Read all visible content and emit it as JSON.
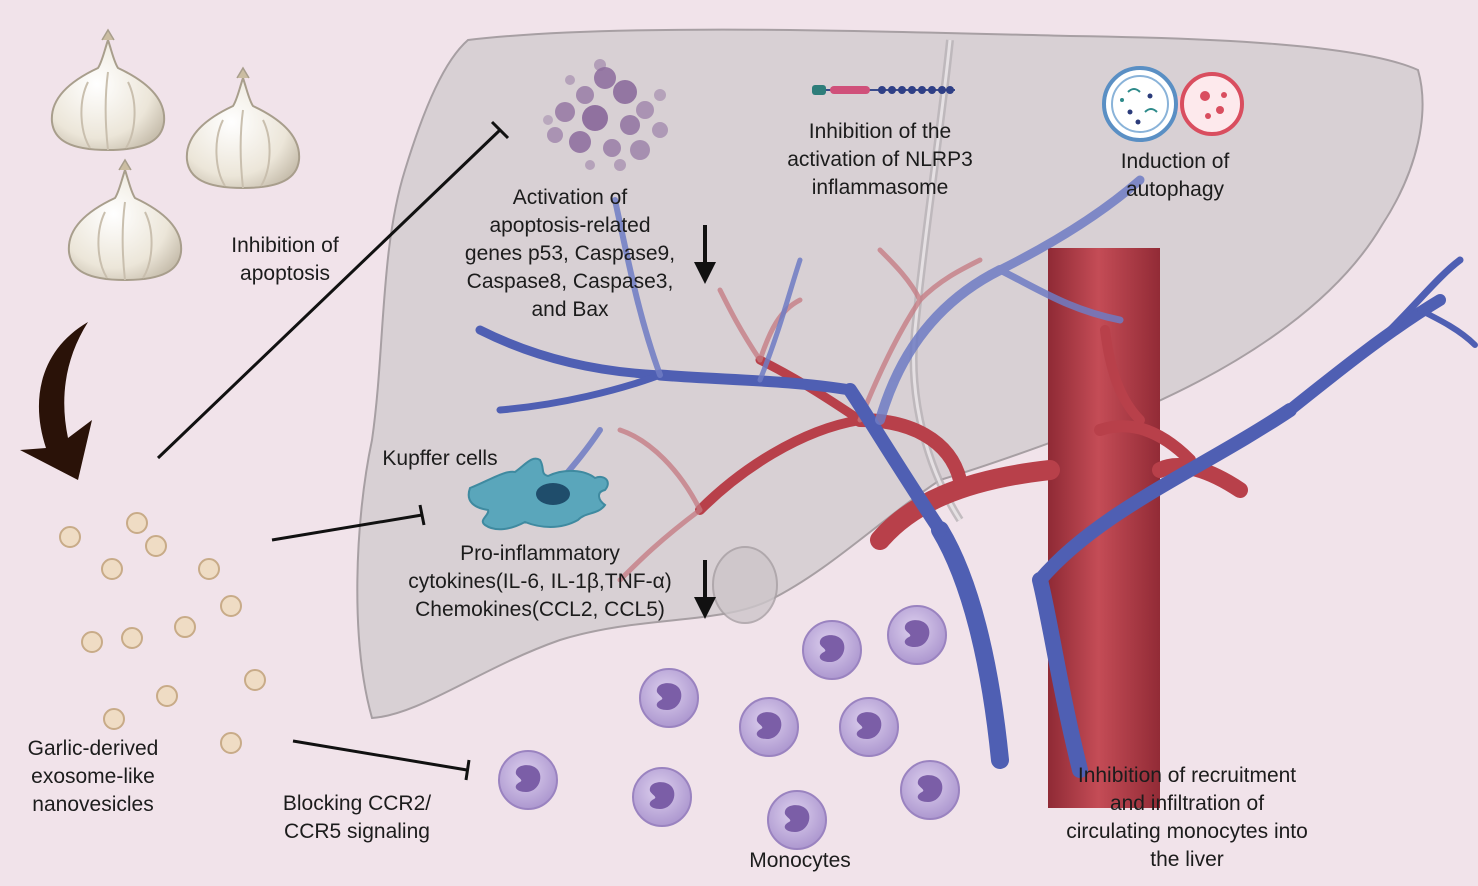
{
  "labels": {
    "inhibition_apoptosis": [
      "Inhibition of",
      "apoptosis"
    ],
    "apoptosis_genes": [
      "Activation of",
      "apoptosis-related",
      "genes p53, Caspase9,",
      "Caspase8, Caspase3,",
      "and Bax"
    ],
    "nlrp3": [
      "Inhibition of the",
      "activation of NLRP3",
      "inflammasome"
    ],
    "autophagy": [
      "Induction of",
      "autophagy"
    ],
    "kupffer": "Kupffer cells",
    "cytokines": [
      "Pro-inflammatory",
      "cytokines(IL-6, IL-1β,TNF-α)",
      "Chemokines(CCL2, CCL5)"
    ],
    "nanovesicles": [
      "Garlic-derived",
      "exosome-like",
      "nanovesicles"
    ],
    "ccr_signaling": [
      "Blocking CCR2/",
      "CCR5 signaling"
    ],
    "monocytes": "Monocytes",
    "recruitment": [
      "Inhibition of recruitment",
      "and infiltration of",
      "circulating monocytes into",
      "the liver"
    ]
  },
  "colors": {
    "background": "#f1e3ea",
    "liver": "#c9c3c6",
    "vein": "#4f5fb3",
    "artery": "#b8404a",
    "kupffer_cell": "#5aa6bb",
    "monocyte": "#b9a3d6",
    "nanovesicle": "#efdcc4",
    "garlic": "#f1ede3",
    "apoptotic_cluster": "#8c6b9c"
  },
  "icons": [
    "garlic-bulb-icon",
    "curved-arrow-icon",
    "nanovesicle-icon",
    "apoptotic-cell-icon",
    "dna-strand-icon",
    "autophagosome-icon",
    "kupffer-cell-icon",
    "monocyte-icon",
    "down-arrow-icon",
    "inhibition-arrow-icon"
  ]
}
